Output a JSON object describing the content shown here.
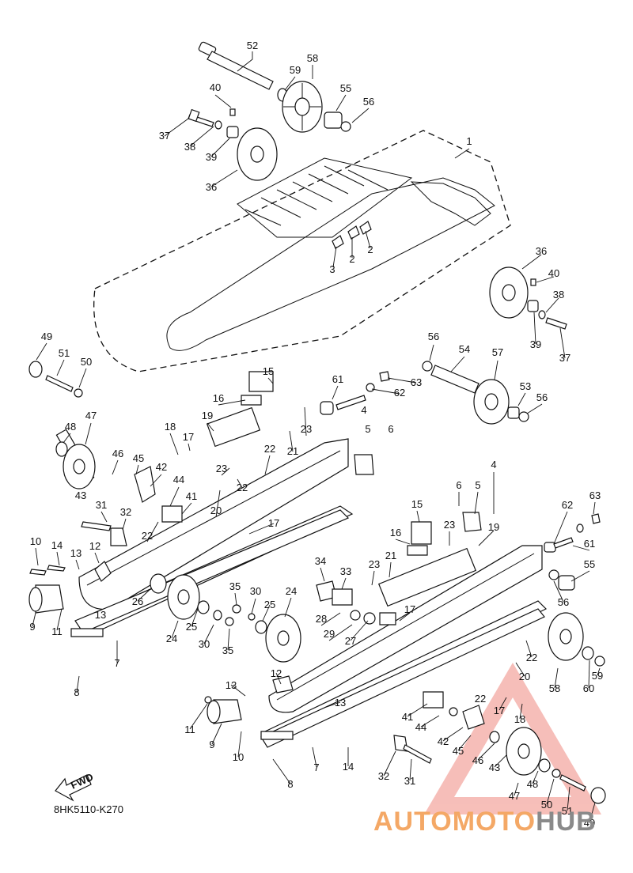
{
  "diagram": {
    "code": "8HK5110-K270",
    "fwd_label": "FWD",
    "watermark": {
      "part1": "AUTOMOTO",
      "part2": "HUB"
    },
    "callouts": [
      {
        "n": "1"
      },
      {
        "n": "2"
      },
      {
        "n": "2"
      },
      {
        "n": "3"
      },
      {
        "n": "4"
      },
      {
        "n": "4"
      },
      {
        "n": "5"
      },
      {
        "n": "5"
      },
      {
        "n": "6"
      },
      {
        "n": "6"
      },
      {
        "n": "7"
      },
      {
        "n": "7"
      },
      {
        "n": "8"
      },
      {
        "n": "8"
      },
      {
        "n": "9"
      },
      {
        "n": "9"
      },
      {
        "n": "10"
      },
      {
        "n": "10"
      },
      {
        "n": "11"
      },
      {
        "n": "11"
      },
      {
        "n": "12"
      },
      {
        "n": "12"
      },
      {
        "n": "13"
      },
      {
        "n": "13"
      },
      {
        "n": "13"
      },
      {
        "n": "13"
      },
      {
        "n": "14"
      },
      {
        "n": "14"
      },
      {
        "n": "15"
      },
      {
        "n": "15"
      },
      {
        "n": "16"
      },
      {
        "n": "16"
      },
      {
        "n": "17"
      },
      {
        "n": "17"
      },
      {
        "n": "17"
      },
      {
        "n": "17"
      },
      {
        "n": "18"
      },
      {
        "n": "18"
      },
      {
        "n": "19"
      },
      {
        "n": "19"
      },
      {
        "n": "20"
      },
      {
        "n": "20"
      },
      {
        "n": "21"
      },
      {
        "n": "21"
      },
      {
        "n": "22"
      },
      {
        "n": "22"
      },
      {
        "n": "22"
      },
      {
        "n": "22"
      },
      {
        "n": "22"
      },
      {
        "n": "23"
      },
      {
        "n": "23"
      },
      {
        "n": "23"
      },
      {
        "n": "23"
      },
      {
        "n": "24"
      },
      {
        "n": "24"
      },
      {
        "n": "25"
      },
      {
        "n": "25"
      },
      {
        "n": "26"
      },
      {
        "n": "27"
      },
      {
        "n": "28"
      },
      {
        "n": "29"
      },
      {
        "n": "30"
      },
      {
        "n": "30"
      },
      {
        "n": "31"
      },
      {
        "n": "31"
      },
      {
        "n": "32"
      },
      {
        "n": "32"
      },
      {
        "n": "33"
      },
      {
        "n": "34"
      },
      {
        "n": "35"
      },
      {
        "n": "35"
      },
      {
        "n": "36"
      },
      {
        "n": "36"
      },
      {
        "n": "37"
      },
      {
        "n": "37"
      },
      {
        "n": "38"
      },
      {
        "n": "38"
      },
      {
        "n": "39"
      },
      {
        "n": "39"
      },
      {
        "n": "40"
      },
      {
        "n": "40"
      },
      {
        "n": "41"
      },
      {
        "n": "41"
      },
      {
        "n": "42"
      },
      {
        "n": "42"
      },
      {
        "n": "43"
      },
      {
        "n": "43"
      },
      {
        "n": "44"
      },
      {
        "n": "44"
      },
      {
        "n": "45"
      },
      {
        "n": "45"
      },
      {
        "n": "46"
      },
      {
        "n": "46"
      },
      {
        "n": "47"
      },
      {
        "n": "47"
      },
      {
        "n": "48"
      },
      {
        "n": "48"
      },
      {
        "n": "49"
      },
      {
        "n": "49"
      },
      {
        "n": "50"
      },
      {
        "n": "50"
      },
      {
        "n": "51"
      },
      {
        "n": "51"
      },
      {
        "n": "52"
      },
      {
        "n": "53"
      },
      {
        "n": "54"
      },
      {
        "n": "55"
      },
      {
        "n": "55"
      },
      {
        "n": "56"
      },
      {
        "n": "56"
      },
      {
        "n": "56"
      },
      {
        "n": "56"
      },
      {
        "n": "57"
      },
      {
        "n": "58"
      },
      {
        "n": "58"
      },
      {
        "n": "59"
      },
      {
        "n": "59"
      },
      {
        "n": "60"
      },
      {
        "n": "61"
      },
      {
        "n": "61"
      },
      {
        "n": "62"
      },
      {
        "n": "62"
      },
      {
        "n": "63"
      },
      {
        "n": "63"
      }
    ]
  }
}
